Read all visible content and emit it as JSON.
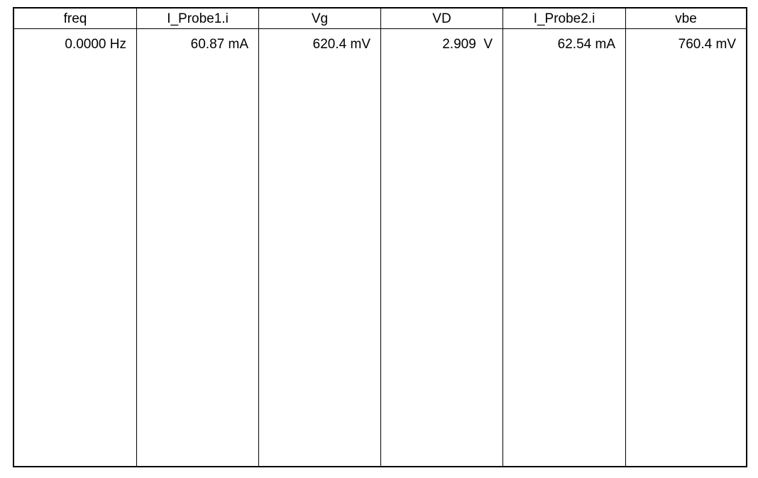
{
  "table": {
    "columns": [
      {
        "header": "freq",
        "value": "0.0000 Hz"
      },
      {
        "header": "I_Probe1.i",
        "value": "60.87 mA"
      },
      {
        "header": "Vg",
        "value": "620.4 mV"
      },
      {
        "header": "VD",
        "value": "2.909  V"
      },
      {
        "header": "I_Probe2.i",
        "value": "62.54 mA"
      },
      {
        "header": "vbe",
        "value": "760.4 mV"
      }
    ]
  }
}
